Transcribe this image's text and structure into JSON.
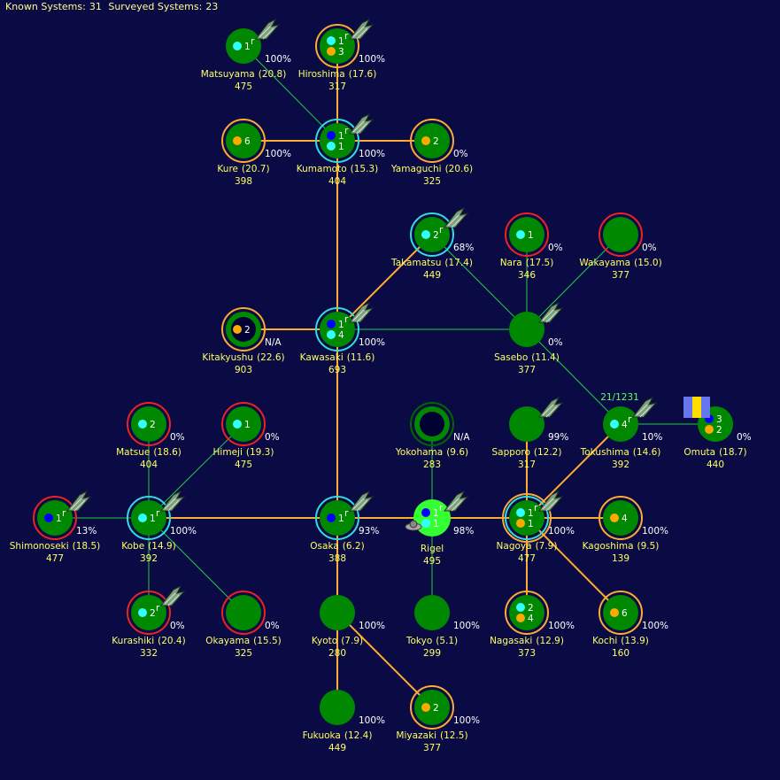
{
  "header": {
    "known_label": "Known Systems:",
    "known_value": "31",
    "surveyed_label": "Surveyed Systems:",
    "surveyed_value": "23"
  },
  "colors": {
    "background": "#0a0a44",
    "planet": "#008800",
    "home_planet": "#33ff33",
    "route_supply": "#ffaa33",
    "route_link": "#22cc44",
    "ring_orange": "#ffaa33",
    "ring_cyan": "#33dddd",
    "ring_red": "#ee2222",
    "ring_darkgreen": "#006600",
    "dot_cyan": "#33ffff",
    "dot_orange": "#ffaa00",
    "dot_blue": "#0000ff",
    "label": "#ffff66"
  },
  "systems": [
    {
      "id": "matsuyama",
      "name": "Matsuyama",
      "dist": "(20.8)",
      "value": "475",
      "pct": "100%",
      "rings": [],
      "fleet": true,
      "dots": [
        {
          "c": "cyan",
          "n": "1",
          "r": true
        }
      ]
    },
    {
      "id": "hiroshima",
      "name": "Hiroshima",
      "dist": "(17.6)",
      "value": "317",
      "pct": "100%",
      "rings": [
        "orange"
      ],
      "fleet": true,
      "dots": [
        {
          "c": "cyan",
          "n": "1",
          "r": true
        },
        {
          "c": "orange",
          "n": "3"
        }
      ]
    },
    {
      "id": "kure",
      "name": "Kure",
      "dist": "(20.7)",
      "value": "398",
      "pct": "100%",
      "rings": [
        "orange"
      ],
      "fleet": false,
      "dots": [
        {
          "c": "orange",
          "n": "6"
        }
      ]
    },
    {
      "id": "kumamoto",
      "name": "Kumamoto",
      "dist": "(15.3)",
      "value": "404",
      "pct": "100%",
      "rings": [
        "cyan"
      ],
      "fleet": true,
      "dots": [
        {
          "c": "blue",
          "n": "1",
          "r": true
        },
        {
          "c": "cyan",
          "n": "1"
        }
      ]
    },
    {
      "id": "yamaguchi",
      "name": "Yamaguchi",
      "dist": "(20.6)",
      "value": "325",
      "pct": "0%",
      "rings": [
        "orange"
      ],
      "fleet": false,
      "dots": [
        {
          "c": "orange",
          "n": "2"
        }
      ]
    },
    {
      "id": "takamatsu",
      "name": "Takamatsu",
      "dist": "(17.4)",
      "value": "449",
      "pct": "68%",
      "rings": [
        "cyan"
      ],
      "fleet": true,
      "dots": [
        {
          "c": "cyan",
          "n": "2",
          "r": true
        }
      ]
    },
    {
      "id": "nara",
      "name": "Nara",
      "dist": "(17.5)",
      "value": "346",
      "pct": "0%",
      "rings": [
        "red"
      ],
      "fleet": false,
      "dots": [
        {
          "c": "cyan",
          "n": "1"
        }
      ]
    },
    {
      "id": "wakayama",
      "name": "Wakayama",
      "dist": "(15.0)",
      "value": "377",
      "pct": "0%",
      "rings": [
        "red"
      ],
      "fleet": false,
      "dots": []
    },
    {
      "id": "kitakyushu",
      "name": "Kitakyushu",
      "dist": "(22.6)",
      "value": "903",
      "pct": "N/A",
      "rings": [
        "orange"
      ],
      "dark": true,
      "fleet": false,
      "dots": [
        {
          "c": "orange",
          "n": "2"
        }
      ]
    },
    {
      "id": "kawasaki",
      "name": "Kawasaki",
      "dist": "(11.6)",
      "value": "693",
      "pct": "100%",
      "rings": [
        "cyan"
      ],
      "fleet": true,
      "dots": [
        {
          "c": "blue",
          "n": "1",
          "r": true
        },
        {
          "c": "cyan",
          "n": "4"
        }
      ]
    },
    {
      "id": "sasebo",
      "name": "Sasebo",
      "dist": "(11.4)",
      "value": "377",
      "pct": "0%",
      "rings": [],
      "fleet": true,
      "dots": []
    },
    {
      "id": "matsue",
      "name": "Matsue",
      "dist": "(18.6)",
      "value": "404",
      "pct": "0%",
      "rings": [
        "red"
      ],
      "fleet": false,
      "dots": [
        {
          "c": "cyan",
          "n": "2"
        }
      ]
    },
    {
      "id": "himeji",
      "name": "Himeji",
      "dist": "(19.3)",
      "value": "475",
      "pct": "0%",
      "rings": [
        "red"
      ],
      "fleet": false,
      "dots": [
        {
          "c": "cyan",
          "n": "1"
        }
      ]
    },
    {
      "id": "yokohama",
      "name": "Yokohama",
      "dist": "(9.6)",
      "value": "283",
      "pct": "N/A",
      "rings": [
        "darkgreen"
      ],
      "dark": true,
      "fleet": false,
      "dots": []
    },
    {
      "id": "sapporo",
      "name": "Sapporo",
      "dist": "(12.2)",
      "value": "317",
      "pct": "99%",
      "rings": [],
      "fleet": true,
      "dots": []
    },
    {
      "id": "tokushima",
      "name": "Tokushima",
      "dist": "(14.6)",
      "value": "392",
      "pct": "10%",
      "rings": [],
      "fleet": true,
      "dots": [
        {
          "c": "cyan",
          "n": "4",
          "r": true
        }
      ]
    },
    {
      "id": "omuta",
      "name": "Omuta",
      "dist": "(18.7)",
      "value": "440",
      "pct": "0%",
      "rings": [],
      "fleet": false,
      "flag": true,
      "dots": [
        {
          "c": "blue",
          "n": "3"
        },
        {
          "c": "orange",
          "n": "2"
        }
      ]
    },
    {
      "id": "shimonoseki",
      "name": "Shimonoseki",
      "dist": "(18.5)",
      "value": "477",
      "pct": "13%",
      "rings": [
        "red"
      ],
      "fleet": true,
      "dots": [
        {
          "c": "blue",
          "n": "1",
          "r": true
        }
      ]
    },
    {
      "id": "kobe",
      "name": "Kobe",
      "dist": "(14.9)",
      "value": "392",
      "pct": "100%",
      "rings": [
        "cyan"
      ],
      "fleet": true,
      "dots": [
        {
          "c": "cyan",
          "n": "1",
          "r": true
        }
      ]
    },
    {
      "id": "osaka",
      "name": "Osaka",
      "dist": "(6.2)",
      "value": "388",
      "pct": "93%",
      "rings": [
        "cyan"
      ],
      "fleet": true,
      "dots": [
        {
          "c": "blue",
          "n": "1",
          "r": true
        }
      ]
    },
    {
      "id": "rigel",
      "name": "Rigel",
      "dist": "",
      "value": "495",
      "pct": "98%",
      "rings": [],
      "home": true,
      "fleet": true,
      "dots": [
        {
          "c": "blue",
          "n": "1",
          "r": true
        },
        {
          "c": "cyan",
          "n": "1"
        }
      ]
    },
    {
      "id": "nagoya",
      "name": "Nagoya",
      "dist": "(7.9)",
      "value": "477",
      "pct": "100%",
      "rings": [
        "cyan",
        "orange"
      ],
      "fleet": true,
      "dots": [
        {
          "c": "cyan",
          "n": "1",
          "r": true
        },
        {
          "c": "orange",
          "n": "1"
        }
      ]
    },
    {
      "id": "kagoshima",
      "name": "Kagoshima",
      "dist": "(9.5)",
      "value": "139",
      "pct": "100%",
      "rings": [
        "orange"
      ],
      "fleet": false,
      "dots": [
        {
          "c": "orange",
          "n": "4"
        }
      ]
    },
    {
      "id": "kurashiki",
      "name": "Kurashiki",
      "dist": "(20.4)",
      "value": "332",
      "pct": "0%",
      "rings": [
        "red"
      ],
      "fleet": true,
      "dots": [
        {
          "c": "cyan",
          "n": "2",
          "r": true
        }
      ]
    },
    {
      "id": "okayama",
      "name": "Okayama",
      "dist": "(15.5)",
      "value": "325",
      "pct": "0%",
      "rings": [
        "red"
      ],
      "fleet": false,
      "dots": []
    },
    {
      "id": "kyoto",
      "name": "Kyoto",
      "dist": "(7.9)",
      "value": "280",
      "pct": "100%",
      "rings": [],
      "fleet": false,
      "dots": []
    },
    {
      "id": "tokyo",
      "name": "Tokyo",
      "dist": "(5.1)",
      "value": "299",
      "pct": "100%",
      "rings": [],
      "fleet": false,
      "dots": []
    },
    {
      "id": "nagasaki",
      "name": "Nagasaki",
      "dist": "(12.9)",
      "value": "373",
      "pct": "100%",
      "rings": [
        "orange"
      ],
      "fleet": false,
      "dots": [
        {
          "c": "cyan",
          "n": "2"
        },
        {
          "c": "orange",
          "n": "4"
        }
      ]
    },
    {
      "id": "kochi",
      "name": "Kochi",
      "dist": "(13.9)",
      "value": "160",
      "pct": "100%",
      "rings": [
        "orange"
      ],
      "fleet": false,
      "dots": [
        {
          "c": "orange",
          "n": "6"
        }
      ]
    },
    {
      "id": "fukuoka",
      "name": "Fukuoka",
      "dist": "(12.4)",
      "value": "449",
      "pct": "100%",
      "rings": [],
      "fleet": false,
      "dots": []
    },
    {
      "id": "miyazaki",
      "name": "Miyazaki",
      "dist": "(12.5)",
      "value": "377",
      "pct": "100%",
      "rings": [
        "orange"
      ],
      "fleet": false,
      "dots": [
        {
          "c": "orange",
          "n": "2"
        }
      ]
    }
  ],
  "links": [
    [
      "matsuyama",
      "kumamoto",
      "green"
    ],
    [
      "hiroshima",
      "kumamoto",
      "orange"
    ],
    [
      "kure",
      "kumamoto",
      "orange"
    ],
    [
      "kumamoto",
      "yamaguchi",
      "orange"
    ],
    [
      "kumamoto",
      "kawasaki",
      "orange"
    ],
    [
      "kawasaki",
      "takamatsu",
      "orange"
    ],
    [
      "takamatsu",
      "sasebo",
      "green"
    ],
    [
      "nara",
      "sasebo",
      "green"
    ],
    [
      "wakayama",
      "sasebo",
      "green"
    ],
    [
      "kitakyushu",
      "kawasaki",
      "orange"
    ],
    [
      "kawasaki",
      "sasebo",
      "green"
    ],
    [
      "kawasaki",
      "osaka",
      "orange"
    ],
    [
      "sasebo",
      "tokushima",
      "green"
    ],
    [
      "tokushima",
      "omuta",
      "green"
    ],
    [
      "tokushima",
      "nagoya",
      "orange"
    ],
    [
      "sapporo",
      "nagoya",
      "orange"
    ],
    [
      "yokohama",
      "rigel",
      "green"
    ],
    [
      "matsue",
      "kobe",
      "green"
    ],
    [
      "himeji",
      "kobe",
      "green"
    ],
    [
      "shimonoseki",
      "kobe",
      "green"
    ],
    [
      "kobe",
      "osaka",
      "orange"
    ],
    [
      "osaka",
      "rigel",
      "orange"
    ],
    [
      "rigel",
      "nagoya",
      "orange"
    ],
    [
      "nagoya",
      "kagoshima",
      "orange"
    ],
    [
      "kobe",
      "kurashiki",
      "green"
    ],
    [
      "kobe",
      "okayama",
      "green"
    ],
    [
      "osaka",
      "kyoto",
      "orange"
    ],
    [
      "rigel",
      "tokyo",
      "green"
    ],
    [
      "nagoya",
      "nagasaki",
      "orange"
    ],
    [
      "nagoya",
      "kochi",
      "orange"
    ],
    [
      "kyoto",
      "fukuoka",
      "orange"
    ],
    [
      "kyoto",
      "miyazaki",
      "orange"
    ]
  ],
  "route_label": "21/1231"
}
